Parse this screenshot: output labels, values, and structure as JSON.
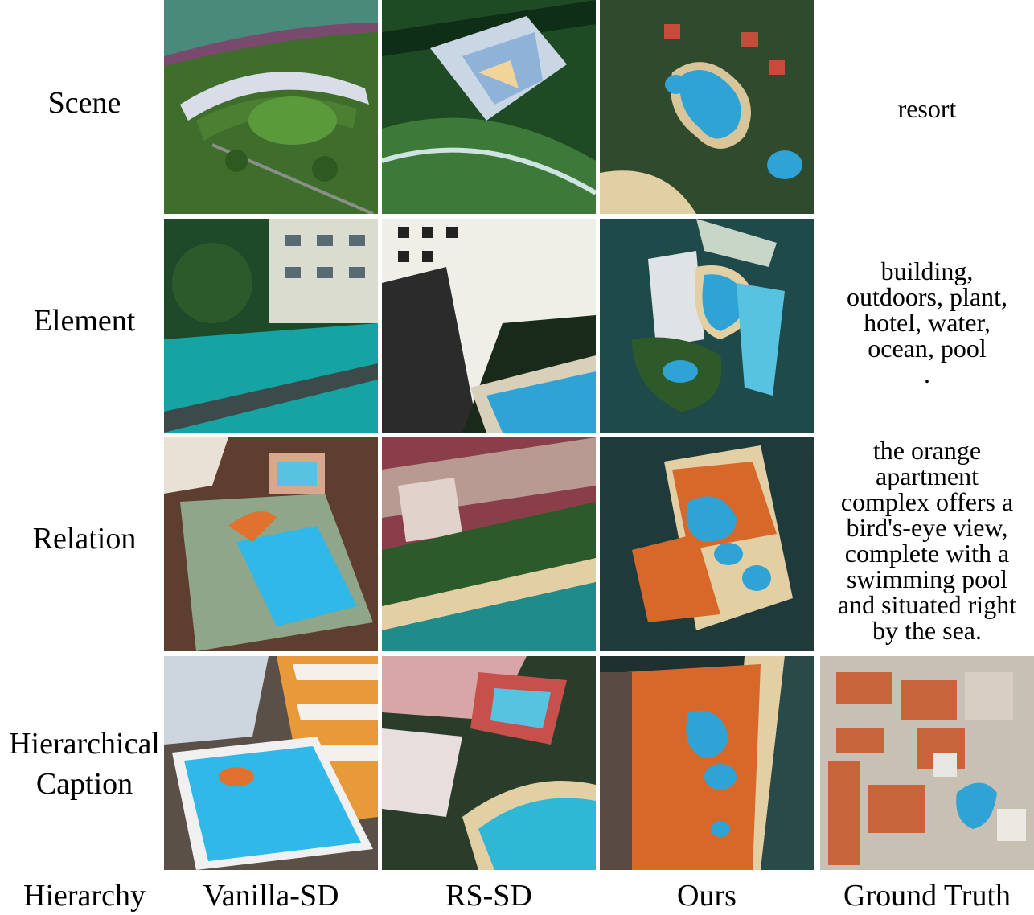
{
  "rows": [
    {
      "label": "Scene",
      "prompt": "resort"
    },
    {
      "label": "Element",
      "prompt": "building,\noutdoors, plant,\nhotel, water,\nocean, pool\n."
    },
    {
      "label": "Relation",
      "prompt": "the orange\napartment\ncomplex offers a\nbird's-eye view,\ncomplete with a\nswimming pool\nand situated right\nby the sea."
    },
    {
      "label": "Hierarchical\nCaption",
      "prompt": ""
    }
  ],
  "columns": {
    "corner": "Hierarchy",
    "methods": [
      "Vanilla-SD",
      "RS-SD",
      "Ours",
      "Ground Truth"
    ]
  },
  "images": {
    "scene": [
      "aerial-resort-green-landscape",
      "abstract-green-building",
      "aerial-resort-blue-pools"
    ],
    "element": [
      "hotel-pool-side-view",
      "tall-building-pool-view",
      "aerial-island-resort-pool"
    ],
    "relation": [
      "orange-complex-pool-angle",
      "coastal-buildings-beach",
      "aerial-orange-resort-sea"
    ],
    "hierarchical": [
      "hotel-pool-wide-angle",
      "building-pool-distorted",
      "aerial-beach-resort",
      "ground-truth-aerial-orange-roofs"
    ]
  },
  "colors": {
    "water": "#2fa3d6",
    "roof": "#d8682a",
    "vegetation": "#3d6b2a",
    "sand": "#e2cfa3",
    "sea": "#2a5a5a"
  }
}
